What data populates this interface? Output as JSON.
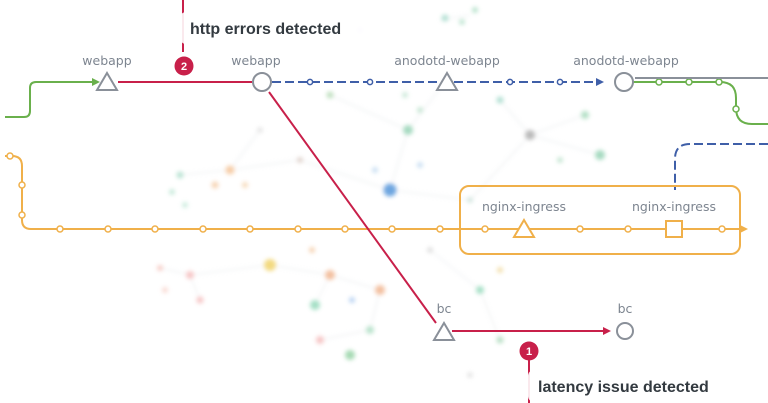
{
  "callouts": {
    "http": {
      "number": "2",
      "text": "http errors detected"
    },
    "latency": {
      "number": "1",
      "text": "latency issue detected"
    }
  },
  "nodes": {
    "webapp_1": "webapp",
    "webapp_2": "webapp",
    "anodotd_1": "anodotd-webapp",
    "anodotd_2": "anodotd-webapp",
    "nginx_1": "nginx-ingress",
    "nginx_2": "nginx-ingress",
    "bc_1": "bc",
    "bc_2": "bc"
  },
  "colors": {
    "green": "#6ab04c",
    "red": "#c8204a",
    "blue": "#3f5fa8",
    "orange": "#f0b04a",
    "gray": "#8a9099",
    "text": "#7d8590"
  }
}
